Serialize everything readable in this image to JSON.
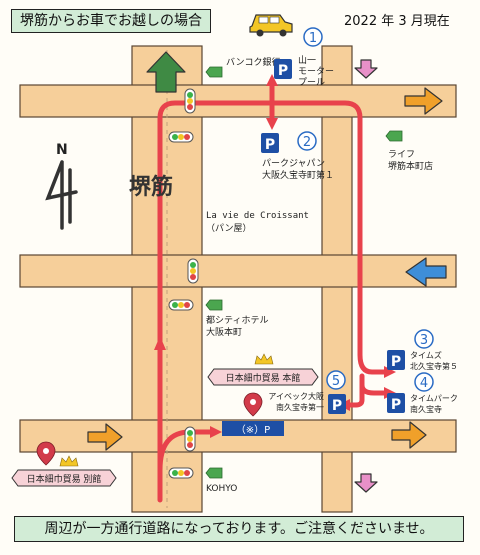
{
  "header": {
    "title": "堺筋からお車でお越しの場合",
    "date": "2022 年 3 月現在"
  },
  "map": {
    "area_label": "堺筋",
    "north_label": "N",
    "parking": [
      {
        "num": "1",
        "name_line1": "山一",
        "name_line2": "モーター",
        "name_line3": "プール"
      },
      {
        "num": "2",
        "name_line1": "パークジャパン",
        "name_line2": "大阪久宝寺町第１"
      },
      {
        "num": "3",
        "name_line1": "タイムズ",
        "name_line2": "北久宝寺第５"
      },
      {
        "num": "4",
        "name_line1": "タイムパーク",
        "name_line2": "南久宝寺"
      },
      {
        "num": "5",
        "name_line1": "アイベック大阪",
        "name_line2": "南久宝寺第一"
      }
    ],
    "landmarks": {
      "bangkok_bank": "バンコク銀行",
      "life_line1": "ライフ",
      "life_line2": "堺筋本町店",
      "croissant_line1": "La vie de Croissant",
      "croissant_line2": "（パン屋）",
      "miyako_line1": "都シティホテル",
      "miyako_line2": "大阪本町",
      "kohyo": "KOHYO"
    },
    "buildings": {
      "main": "日本細巾貿易 本館",
      "annex": "日本細巾貿易 別館",
      "lot": "（※）P"
    },
    "parking_symbol": "P"
  },
  "footer": {
    "notice": "周辺が一方通行道路になっております。ご注意くださいませ。"
  },
  "colors": {
    "road": "#f6cf9a",
    "route": "#e8424c",
    "lot": "#1e4fa5",
    "arrow_orange": "#f0a02a",
    "arrow_blue": "#3e8ed8",
    "arrow_green": "#3f8a44",
    "arrow_pink": "#e890c8",
    "label_pink": "#f7d2d7"
  }
}
